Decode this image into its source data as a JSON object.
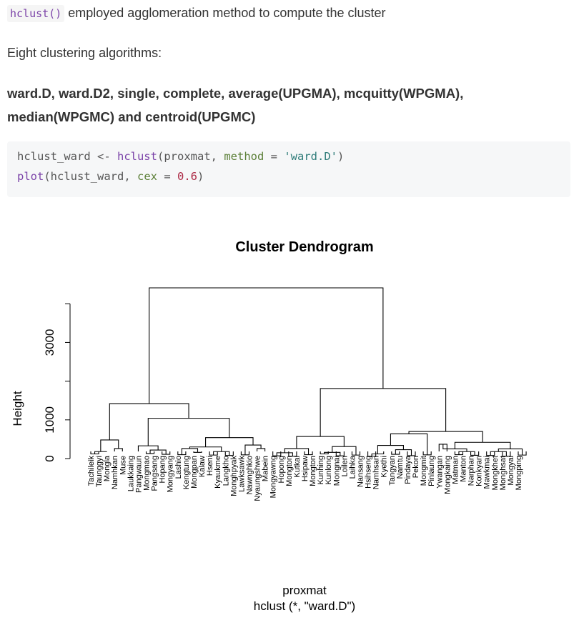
{
  "intro": {
    "code": "hclust()",
    "text": " employed agglomeration method to compute the cluster"
  },
  "algorithms": {
    "lead": "Eight clustering algorithms:",
    "list": "ward.D, ward.D2, single, complete, average(UPGMA), mcquitty(WPGMA), median(WPGMC) and centroid(UPGMC)"
  },
  "code": {
    "line1": {
      "var": "hclust_ward",
      "assign": " <- ",
      "fn": "hclust",
      "open": "(",
      "arg1": "proxmat",
      "sep": ", ",
      "argname": "method",
      "eq": " = ",
      "str": "'ward.D'",
      "close": ")"
    },
    "line2": {
      "fn": "plot",
      "open": "(",
      "arg1": "hclust_ward",
      "sep": ", ",
      "argname": "cex",
      "eq": " = ",
      "num": "0.6",
      "close": ")"
    }
  },
  "chart_data": {
    "type": "dendrogram",
    "title": "Cluster Dendrogram",
    "ylabel": "Height",
    "xlabel": "proxmat",
    "sublabel": "hclust (*, \"ward.D\")",
    "ylim": [
      0,
      4500
    ],
    "yticks": [
      0,
      1000,
      3000
    ],
    "leaves": [
      "Tachileik",
      "Taunggyi",
      "Mongla",
      "Namhkan",
      "Muse",
      "Laukkaing",
      "Pangwaun",
      "Mongmao",
      "Pangsang",
      "Hopang",
      "Mongyang",
      "Lashio",
      "Kengtung",
      "Mongpan",
      "Kalaw",
      "Hseni",
      "Kyaukme",
      "Langkho",
      "Monghpyak",
      "Lawksawk",
      "Nawnghkio",
      "Nyaungshwe",
      "Mabein",
      "Mongyawng",
      "Hopong",
      "Mongton",
      "Kutkai",
      "Hsipaw",
      "Mongton",
      "Kunhing",
      "Kunlong",
      "Mongnai",
      "Loilen",
      "Laihka",
      "Nansang",
      "Hsihseng",
      "Namhsan",
      "Kyethi",
      "Tangyan",
      "Namtu",
      "Pindaya",
      "Pekon",
      "Mongmit",
      "Pinlaung",
      "Ywangan",
      "Mongkaing",
      "Matman",
      "Manton",
      "Narphan",
      "Konkyan",
      "Mawkmai",
      "Mongkhet",
      "Monghsat",
      "Mongyai",
      "Mongping"
    ],
    "merges": [
      [
        -1,
        -2,
        120
      ],
      [
        -3,
        1,
        180
      ],
      [
        -4,
        -5,
        260
      ],
      [
        2,
        3,
        480
      ],
      [
        -8,
        -9,
        130
      ],
      [
        -10,
        -11,
        110
      ],
      [
        5,
        6,
        220
      ],
      [
        -7,
        7,
        330
      ],
      [
        -12,
        -13,
        100
      ],
      [
        -14,
        -15,
        160
      ],
      [
        9,
        10,
        260
      ],
      [
        -16,
        -17,
        90
      ],
      [
        -18,
        -19,
        80
      ],
      [
        12,
        13,
        180
      ],
      [
        11,
        14,
        300
      ],
      [
        -20,
        -21,
        95
      ],
      [
        -22,
        -23,
        260
      ],
      [
        16,
        17,
        350
      ],
      [
        15,
        18,
        540
      ],
      [
        8,
        19,
        1040
      ],
      [
        4,
        20,
        1420
      ],
      [
        -24,
        -25,
        70
      ],
      [
        -26,
        -27,
        60
      ],
      [
        22,
        23,
        150
      ],
      [
        -28,
        -29,
        100
      ],
      [
        24,
        25,
        260
      ],
      [
        -30,
        -31,
        120
      ],
      [
        -32,
        -33,
        70
      ],
      [
        27,
        28,
        160
      ],
      [
        -34,
        -35,
        90
      ],
      [
        29,
        30,
        310
      ],
      [
        26,
        31,
        570
      ],
      [
        -36,
        -37,
        60
      ],
      [
        33,
        -38,
        120
      ],
      [
        -39,
        -40,
        110
      ],
      [
        -41,
        -42,
        75
      ],
      [
        35,
        36,
        230
      ],
      [
        34,
        37,
        340
      ],
      [
        -43,
        -44,
        95
      ],
      [
        38,
        39,
        640
      ],
      [
        -45,
        -46,
        370
      ],
      [
        -47,
        -48,
        100
      ],
      [
        -49,
        -50,
        85
      ],
      [
        42,
        43,
        180
      ],
      [
        41,
        44,
        250
      ],
      [
        -51,
        -52,
        80
      ],
      [
        -53,
        -54,
        60
      ],
      [
        46,
        47,
        180
      ],
      [
        -55,
        -56,
        90
      ],
      [
        48,
        49,
        250
      ],
      [
        45,
        50,
        420
      ],
      [
        40,
        51,
        700
      ],
      [
        32,
        52,
        1810
      ],
      [
        21,
        53,
        4410
      ]
    ]
  }
}
